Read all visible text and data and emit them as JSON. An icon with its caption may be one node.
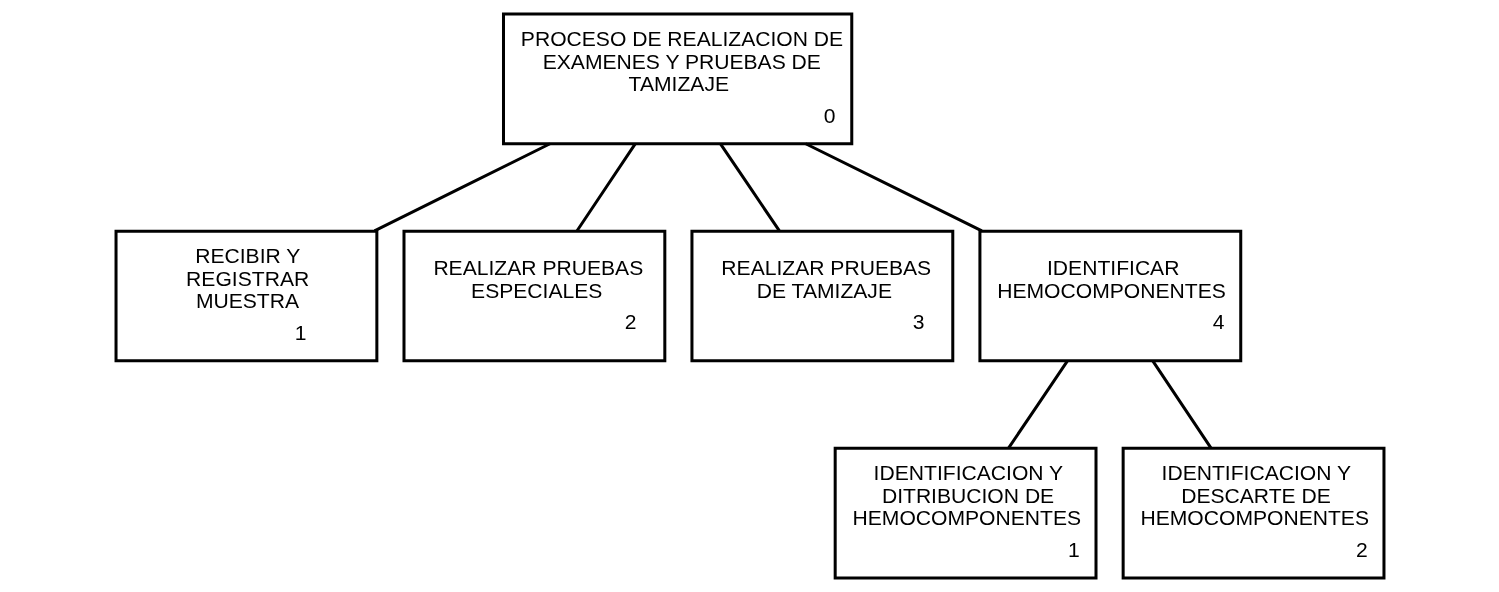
{
  "diagram": {
    "nodes": [
      {
        "text": [
          "PROCESO DE REALIZACION DE EXAMENES Y PRUEBAS DE TAMIZAJE",
          "0"
        ]
      },
      {
        "text": [
          "RECIBIR Y REGISTRAR MUESTRA",
          "1"
        ]
      },
      {
        "text": [
          "REALIZAR PRUEBAS ESPECIALES",
          "2"
        ]
      },
      {
        "text": [
          "REALIZAR PRUEBAS DE TAMIZAJE",
          "3"
        ]
      },
      {
        "text": [
          "IDENTIFICAR HEMOCOMPONENTES",
          "4"
        ]
      },
      {
        "text": [
          "IDENTIFICACION Y DITRIBUCION DE HEMOCOMPONENTES",
          "1"
        ]
      },
      {
        "text": [
          "IDENTIFICACION Y DESCARTE DE HEMOCOMPONENTES",
          "2"
        ]
      }
    ],
    "edges": [
      {
        "from": 0,
        "to": 1,
        "arrow": "none"
      },
      {
        "from": 0,
        "to": 2,
        "arrow": "none"
      },
      {
        "from": 0,
        "to": 3,
        "arrow": "none"
      },
      {
        "from": 0,
        "to": 4,
        "arrow": "none"
      },
      {
        "from": 4,
        "to": 5,
        "arrow": "none"
      },
      {
        "from": 4,
        "to": 6,
        "arrow": "none"
      }
    ]
  }
}
